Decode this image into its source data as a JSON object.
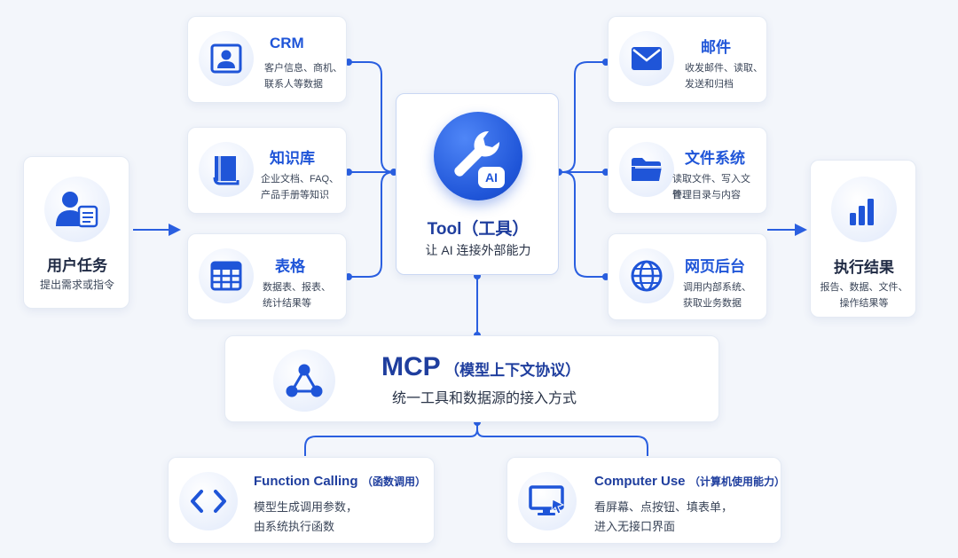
{
  "user_task": {
    "title": "用户任务",
    "desc": "提出需求或指令"
  },
  "tools_left": [
    {
      "title": "CRM",
      "desc_line1": "客户信息、商机、",
      "desc_line2": "联系人等数据"
    },
    {
      "title": "知识库",
      "desc_line1": "企业文档、FAQ、",
      "desc_line2": "产品手册等知识"
    },
    {
      "title": "表格",
      "desc_line1": "数据表、报表、",
      "desc_line2": "统计结果等"
    }
  ],
  "tools_right": [
    {
      "title": "邮件",
      "desc_line1": "收发邮件、读取、",
      "desc_line2": "发送和归档"
    },
    {
      "title": "文件系统",
      "desc_line1": "读取文件、写入文件、",
      "desc_line2": "管理目录与内容"
    },
    {
      "title": "网页后台",
      "desc_line1": "调用内部系统、",
      "desc_line2": "获取业务数据"
    }
  ],
  "tool_center": {
    "badge": "AI",
    "title": "Tool（工具）",
    "subtitle": "让 AI 连接外部能力"
  },
  "result": {
    "title": "执行结果",
    "desc_line1": "报告、数据、文件、",
    "desc_line2": "操作结果等"
  },
  "mcp": {
    "title_main": "MCP",
    "title_sub": "（模型上下文协议）",
    "subtitle": "统一工具和数据源的接入方式"
  },
  "function_calling": {
    "title_main": "Function Calling",
    "title_sub": "（函数调用）",
    "desc_line1": "模型生成调用参数，",
    "desc_line2": "由系统执行函数"
  },
  "computer_use": {
    "title_main": "Computer Use",
    "title_sub": "（计算机使用能力）",
    "desc_line1": "看屏幕、点按钮、填表单，",
    "desc_line2": "进入无接口界面"
  },
  "colors": {
    "accent": "#1f55d8",
    "background": "#f3f6fb",
    "card": "#ffffff"
  },
  "icons": [
    "user-task-icon",
    "crm-contact-icon",
    "book-icon",
    "table-icon",
    "wrench-ai-icon",
    "mail-icon",
    "folder-icon",
    "globe-icon",
    "bar-chart-icon",
    "network-icon",
    "code-icon",
    "monitor-cursor-icon"
  ]
}
